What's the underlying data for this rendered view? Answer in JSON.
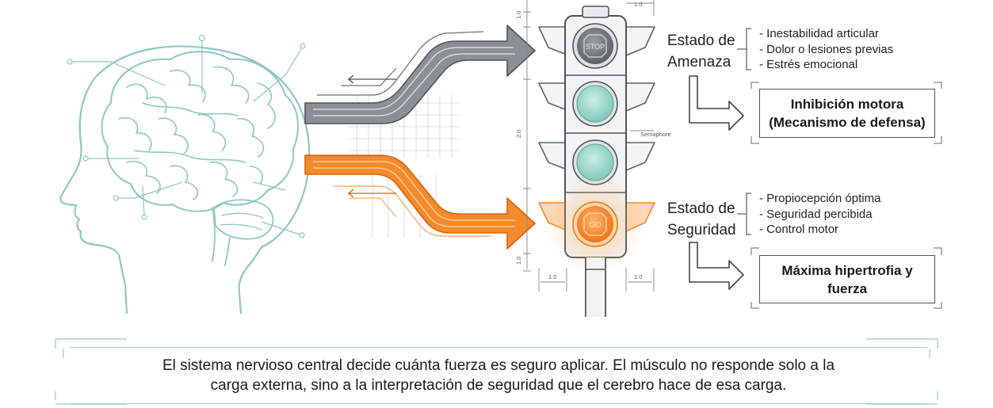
{
  "colors": {
    "brain_line": "#8ec9bc",
    "threat_arrow": "#5a6168",
    "safety_arrow": "#f07c1c",
    "lamp_teal": "#9bd8cc",
    "lamp_go": "#f58a2a",
    "stop_lamp": "#6b7176"
  },
  "traffic_light": {
    "stop_label": "STOP",
    "go_label": "GO",
    "side_label": "Semaphore",
    "dimension_labels": [
      "1.0",
      "1.0",
      "2.0",
      "1.0",
      "1.0",
      "1.0"
    ]
  },
  "threat": {
    "title_line1": "Estado de",
    "title_line2": "Amenaza",
    "items": [
      "- Inestabilidad articular",
      "- Dolor o lesiones previas",
      "- Estrés emocional"
    ],
    "outcome_line1": "Inhibición motora",
    "outcome_line2": "(Mecanismo de defensa)"
  },
  "safety": {
    "title_line1": "Estado de",
    "title_line2": "Seguridad",
    "items": [
      "- Propiocepción óptima",
      "- Seguridad percibida",
      "- Control motor"
    ],
    "outcome_line1": "Máxima hipertrofia y",
    "outcome_line2": "fuerza"
  },
  "caption": {
    "line1": "El sistema nervioso central decide cuánta fuerza es seguro aplicar. El músculo no responde solo a la",
    "line2": "carga externa, sino a la interpretación de seguridad que el cerebro hace de esa carga."
  }
}
